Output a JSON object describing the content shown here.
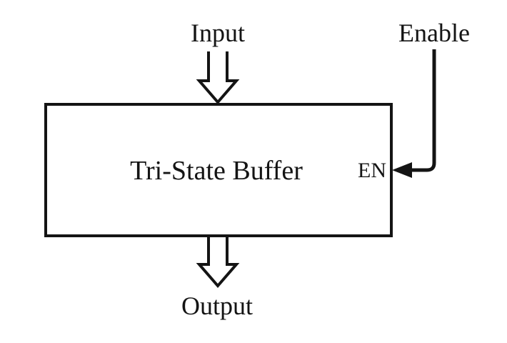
{
  "figure": {
    "title": "Tri-State Buffer",
    "input_label": "Input",
    "enable_label": "Enable",
    "output_label": "Output",
    "en_pin_label": "EN"
  },
  "colors": {
    "line": "#141414",
    "background": "#ffffff"
  }
}
